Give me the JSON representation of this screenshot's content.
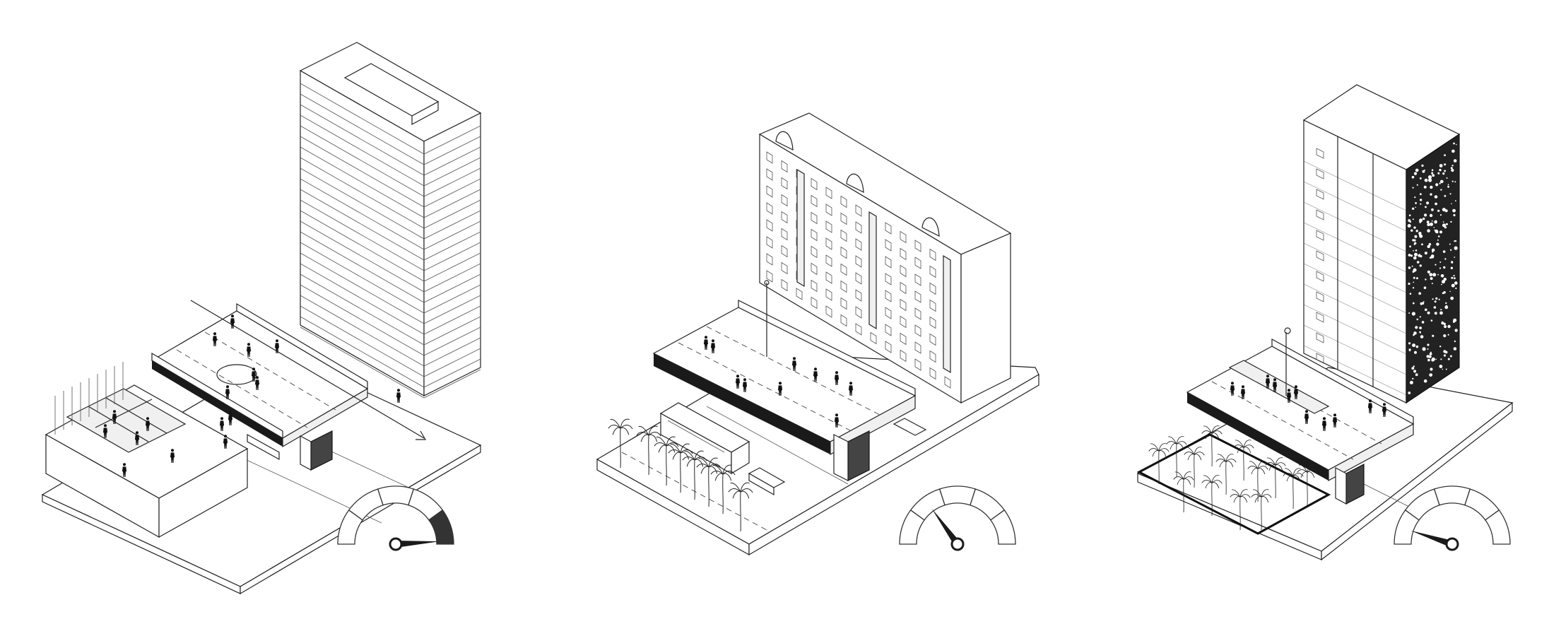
{
  "scenarios": [
    {
      "id": "scenario-1",
      "gauge": {
        "segments": 5,
        "filled_segments": [
          4
        ],
        "needle_fraction": 0.98
      }
    },
    {
      "id": "scenario-2",
      "gauge": {
        "segments": 5,
        "filled_segments": [],
        "needle_fraction": 0.3
      }
    },
    {
      "id": "scenario-3",
      "gauge": {
        "segments": 5,
        "filled_segments": [],
        "needle_fraction": 0.1
      }
    }
  ],
  "colors": {
    "line": "#222222",
    "dark": "#1a1a1a",
    "fill_light": "#f0f0f0",
    "background": "#ffffff"
  },
  "icons": [
    "person-icon",
    "tree-icon",
    "bus-icon",
    "car-icon",
    "street-lamp-icon",
    "gauge-icon",
    "arrow-icon"
  ]
}
